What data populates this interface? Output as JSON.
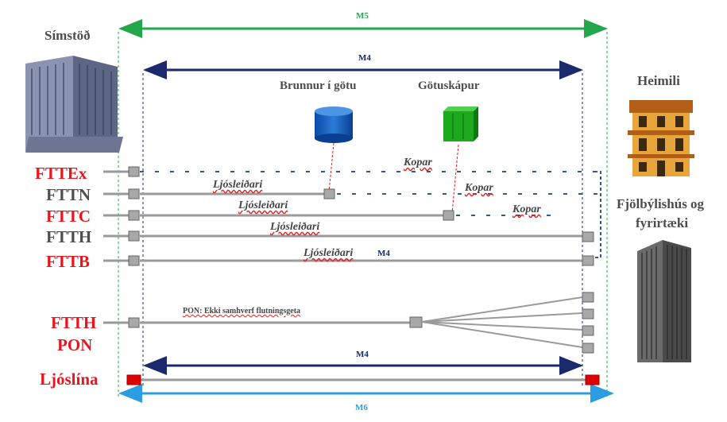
{
  "dimensions": {
    "m5": "M5",
    "m4_top": "M4",
    "m4_middle": "M4",
    "m4_bottom": "M4",
    "m6": "M6"
  },
  "places": {
    "exchange": "Símstöð",
    "manhole": "Brunnur í götu",
    "street_cabinet": "Götuskápur",
    "home": "Heimili",
    "apartment_business_line1": "Fjölbýlishús og",
    "apartment_business_line2": "fyrirtæki"
  },
  "rows": {
    "fttex": "FTTEx",
    "fttn": "FTTN",
    "fttc": "FTTC",
    "ftth": "FTTH",
    "fttb": "FTTB",
    "ftth_pon_line1": "FTTH",
    "ftth_pon_line2": "PON",
    "ljoslina": "Ljóslína"
  },
  "segments": {
    "kopar_fttex": "Kopar",
    "kopar_fttn": "Kopar",
    "kopar_fttc": "Kopar",
    "fiber_fttn": "Ljósleiðari",
    "fiber_fttc": "Ljósleiðari",
    "fiber_ftth": "Ljósleiðari",
    "fiber_fttb": "Ljósleiðari",
    "pon_note": "PON: Ekki samhverf flutningsgeta"
  },
  "colors": {
    "red_label": "#e8161f",
    "gray_label": "#4f4f4f",
    "m5_arrow": "#22a84a",
    "m4_arrow": "#1a2a6c",
    "m6_arrow": "#2a9ee0",
    "copper_dots": "#2f5a8a",
    "endpoint_red": "#e00000"
  }
}
